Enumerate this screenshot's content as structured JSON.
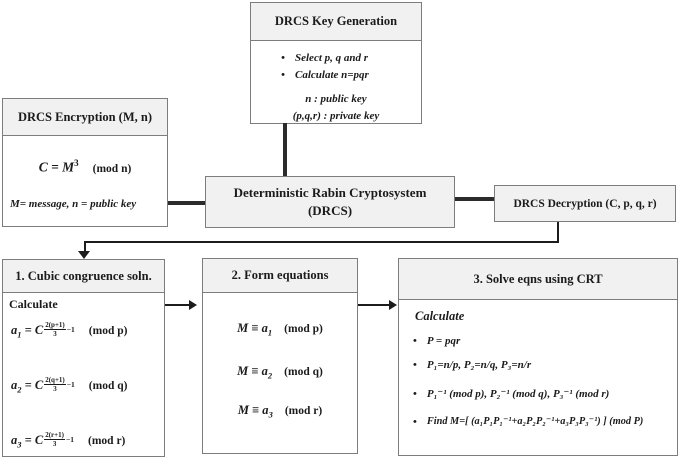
{
  "style": {
    "header_fill": "#f1f1f1",
    "box_border": "#7d7d7d",
    "connector_color": "#1c1c1c",
    "text_color": "#1b1b1b",
    "background": "#ffffff"
  },
  "keygen": {
    "title": "DRCS Key Generation",
    "bullet_glyph": "•",
    "bullets": [
      "Select p, q and r",
      "Calculate n=pqr"
    ],
    "notes": [
      "n : public key",
      "(p,q,r) : private key"
    ]
  },
  "encryption": {
    "title": "DRCS Encryption (M, n)",
    "formula": {
      "lhs": "C = M",
      "sup": "3",
      "mod": "(mod n)"
    },
    "note": "M= message, n = public key"
  },
  "drcs": {
    "title_line1": "Deterministic Rabin Cryptosystem",
    "title_line2": "(DRCS)"
  },
  "decryption": {
    "title": "DRCS Decryption (C, p, q, r)"
  },
  "step1": {
    "title": "1. Cubic congruence soln.",
    "calculate_label": "Calculate",
    "formulas": [
      {
        "var": "a",
        "sub": "1",
        "rhs": " = C",
        "frac_num": "2(p+1)",
        "frac_den": "3",
        "exp_tail": "−1",
        "mod": "(mod p)"
      },
      {
        "var": "a",
        "sub": "2",
        "rhs": " = C",
        "frac_num": "2(q+1)",
        "frac_den": "3",
        "exp_tail": "−1",
        "mod": "(mod q)"
      },
      {
        "var": "a",
        "sub": "3",
        "rhs": " = C",
        "frac_num": "2(r+1)",
        "frac_den": "3",
        "exp_tail": "−1",
        "mod": "(mod r)"
      }
    ]
  },
  "step2": {
    "title": "2. Form equations",
    "equations": [
      {
        "lhs": "M ≡ a",
        "sub": "1",
        "mod": "(mod p)"
      },
      {
        "lhs": "M ≡ a",
        "sub": "2",
        "mod": "(mod q)"
      },
      {
        "lhs": "M ≡ a",
        "sub": "3",
        "mod": "(mod r)"
      }
    ]
  },
  "step3": {
    "title": "3. Solve eqns using CRT",
    "calculate_label": "Calculate",
    "bullet_glyph": "•",
    "bullets": [
      "P = pqr",
      "P₁=n/p, P₂=n/q, P₃=n/r",
      "P₁⁻¹ (mod p), P₂⁻¹ (mod q), P₃⁻¹ (mod r)",
      "Find M=[ (a₁P₁P₁⁻¹+a₂P₂P₂⁻¹+a₃P₃P₃⁻¹) ] (mod P)"
    ]
  }
}
